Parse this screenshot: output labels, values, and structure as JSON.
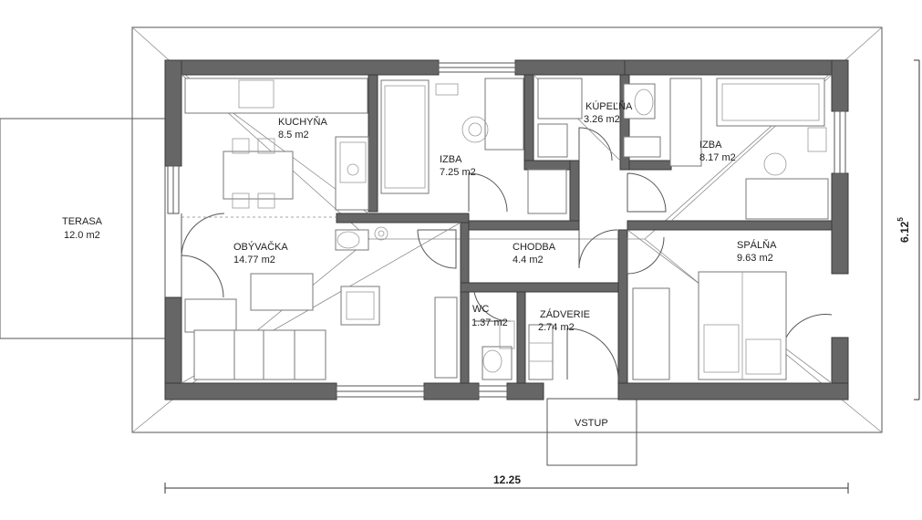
{
  "rooms": [
    {
      "name": "KUCHYŇA",
      "area": "8.5 m2"
    },
    {
      "name": "IZBA",
      "area": "7.25 m2"
    },
    {
      "name": "KÚPEĽŇA",
      "area": "3.26 m2"
    },
    {
      "name": "IZBA",
      "area": "8.17 m2"
    },
    {
      "name": "OBÝVAČKA",
      "area": "14.77 m2"
    },
    {
      "name": "CHODBA",
      "area": "4.4 m2"
    },
    {
      "name": "SPÁLŇA",
      "area": "9.63 m2"
    },
    {
      "name": "WC",
      "area": "1.37 m2"
    },
    {
      "name": "ZÁDVERIE",
      "area": "2.74 m2"
    },
    {
      "name": "TERASA",
      "area": "12.0 m2"
    }
  ],
  "entrance": "VSTUP",
  "dimensions": {
    "width": "12.25",
    "depth_main": "6.12",
    "depth_sup": "5"
  }
}
